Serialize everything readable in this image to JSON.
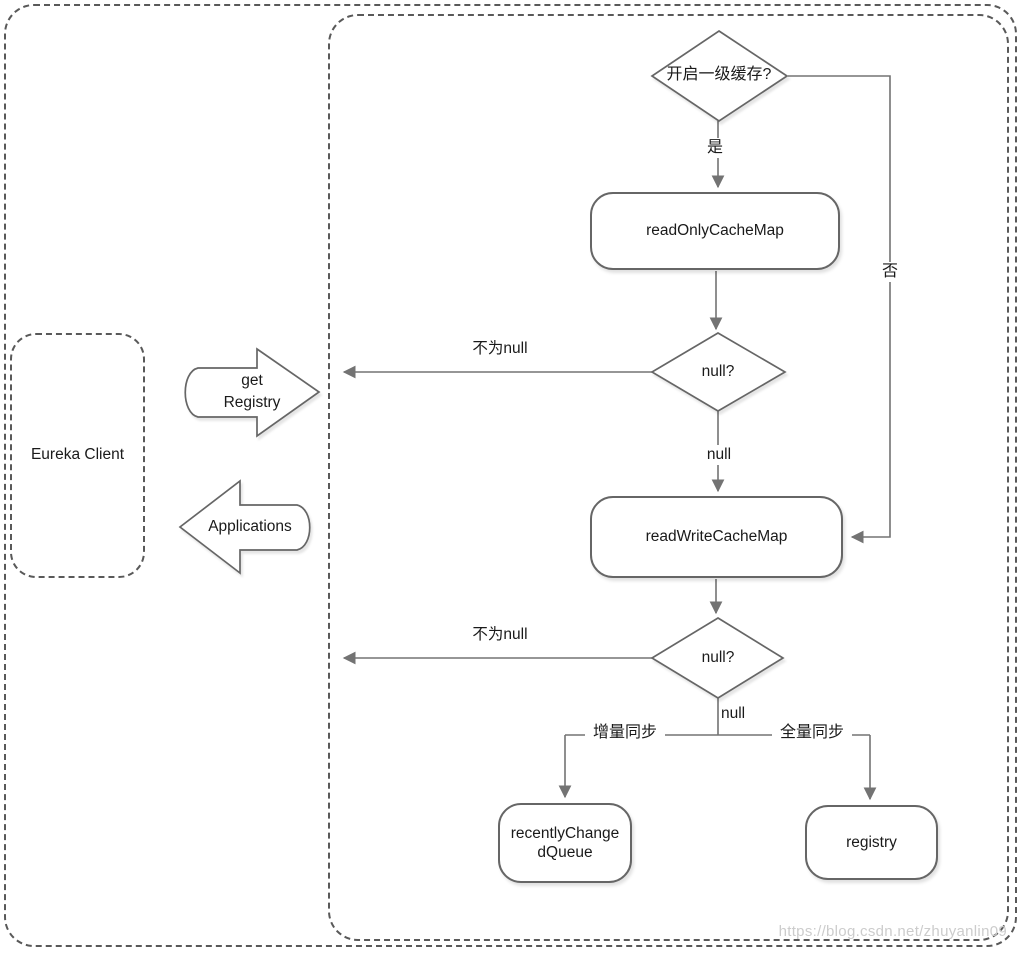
{
  "diagram": {
    "title_context": "Eureka client registry fetch cache flow",
    "eureka_client": {
      "label": "Eureka Client"
    },
    "block_arrows": {
      "get_registry": {
        "label": "get Registry",
        "direction": "right"
      },
      "applications": {
        "label": "Applications",
        "direction": "left"
      }
    },
    "nodes": {
      "decision_enable_cache": {
        "label": "开启一级缓存?",
        "type": "decision"
      },
      "read_only_cache_map": {
        "label": "readOnlyCacheMap",
        "type": "process"
      },
      "decision_null_1": {
        "label": "null?",
        "type": "decision"
      },
      "read_write_cache_map": {
        "label": "readWriteCacheMap",
        "type": "process"
      },
      "decision_null_2": {
        "label": "null?",
        "type": "decision"
      },
      "recently_changed_queue": {
        "label": "recentlyChangedQueue",
        "type": "process"
      },
      "registry": {
        "label": "registry",
        "type": "process"
      }
    },
    "edge_labels": {
      "yes": "是",
      "no": "否",
      "not_null_1": "不为null",
      "null_1": "null",
      "not_null_2": "不为null",
      "null_2": "null",
      "incremental_sync": "增量同步",
      "full_sync": "全量同步"
    },
    "watermark": "https://blog.csdn.net/zhuyanlin09",
    "colors": {
      "shape_stroke": "#666666",
      "connector": "#737373",
      "dashed_border": "#595959",
      "text": "#1a1a1a",
      "watermark": "#cccccc",
      "background": "#ffffff"
    }
  }
}
